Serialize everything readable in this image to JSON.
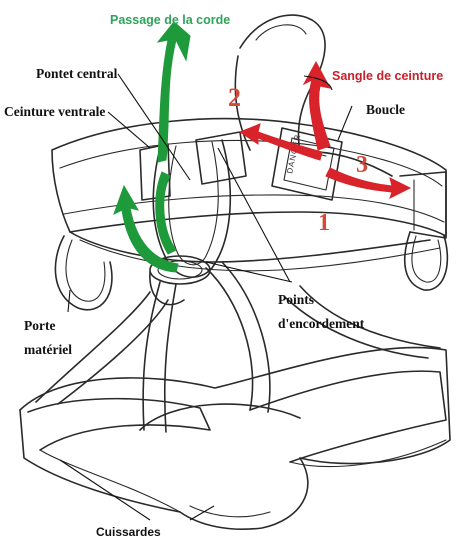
{
  "labels": {
    "rope_passage": "Passage de la corde",
    "central_bridge": "Pontet central",
    "waist_belt": "Ceinture ventrale",
    "belt_strap": "Sangle de ceinture",
    "buckle": "Boucle",
    "buckle_text": "DANGER",
    "tie_in_points_line1": "Points",
    "tie_in_points_line2": "d'encordement",
    "gear_loop_line1": "Porte",
    "gear_loop_line2": "matériel",
    "leg_loops": "Cuissardes"
  },
  "steps": [
    "1",
    "2",
    "3"
  ],
  "colors": {
    "rope_passage_arrow": "#1f9a3a",
    "rope_passage_label": "#2fa35a",
    "strap_arrow": "#d8232a",
    "strap_label": "#c8202a",
    "step_numbers": "#d14a3a",
    "line_art": "#2a2a2a"
  }
}
